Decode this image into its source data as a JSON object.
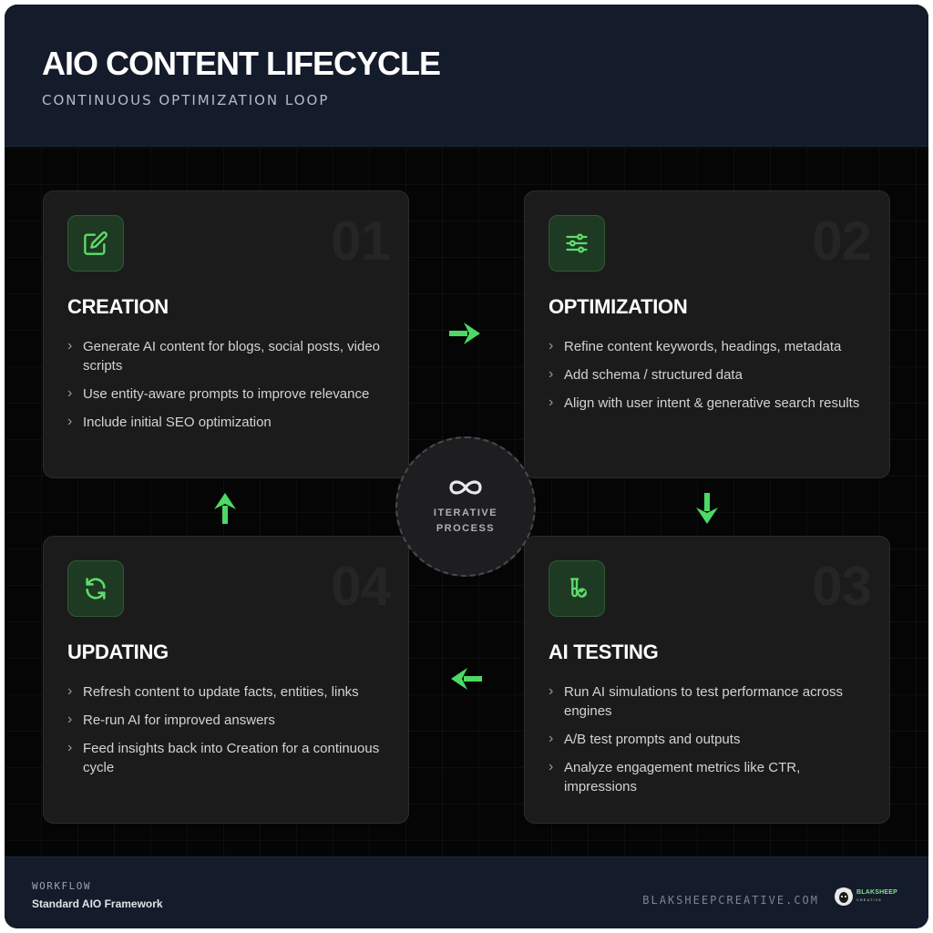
{
  "header": {
    "title": "AIO CONTENT LIFECYCLE",
    "subtitle": "CONTINUOUS OPTIMIZATION LOOP"
  },
  "colors": {
    "accent": "#4cd964",
    "header_bg": "#141b2a",
    "card_bg": "#1b1b1c",
    "icon_bg": "#1e3a22"
  },
  "cards": [
    {
      "number": "01",
      "icon": "edit-icon",
      "title": "CREATION",
      "items": [
        "Generate AI content for blogs, social posts, video scripts",
        "Use entity-aware prompts to improve relevance",
        "Include initial SEO optimization"
      ]
    },
    {
      "number": "02",
      "icon": "sliders-icon",
      "title": "OPTIMIZATION",
      "items": [
        "Refine content keywords, headings, metadata",
        "Add schema / structured data",
        "Align with user intent & generative search results"
      ]
    },
    {
      "number": "03",
      "icon": "test-tube-check-icon",
      "title": "AI TESTING",
      "items": [
        "Run AI simulations to test performance across engines",
        "A/B test prompts and outputs",
        "Analyze engagement metrics like CTR, impressions"
      ]
    },
    {
      "number": "04",
      "icon": "refresh-icon",
      "title": "UPDATING",
      "items": [
        "Refresh content to update facts, entities, links",
        "Re-run AI for improved answers",
        "Feed insights back into Creation for a continuous cycle"
      ]
    }
  ],
  "center": {
    "icon": "infinity-icon",
    "line1": "ITERATIVE",
    "line2": "PROCESS"
  },
  "footer": {
    "label": "WORKFLOW",
    "framework": "Standard AIO Framework",
    "site": "BLAKSHEEPCREATIVE.COM",
    "logo_line1": "BLAKSHEEP",
    "logo_line2": "CREATIVE"
  }
}
